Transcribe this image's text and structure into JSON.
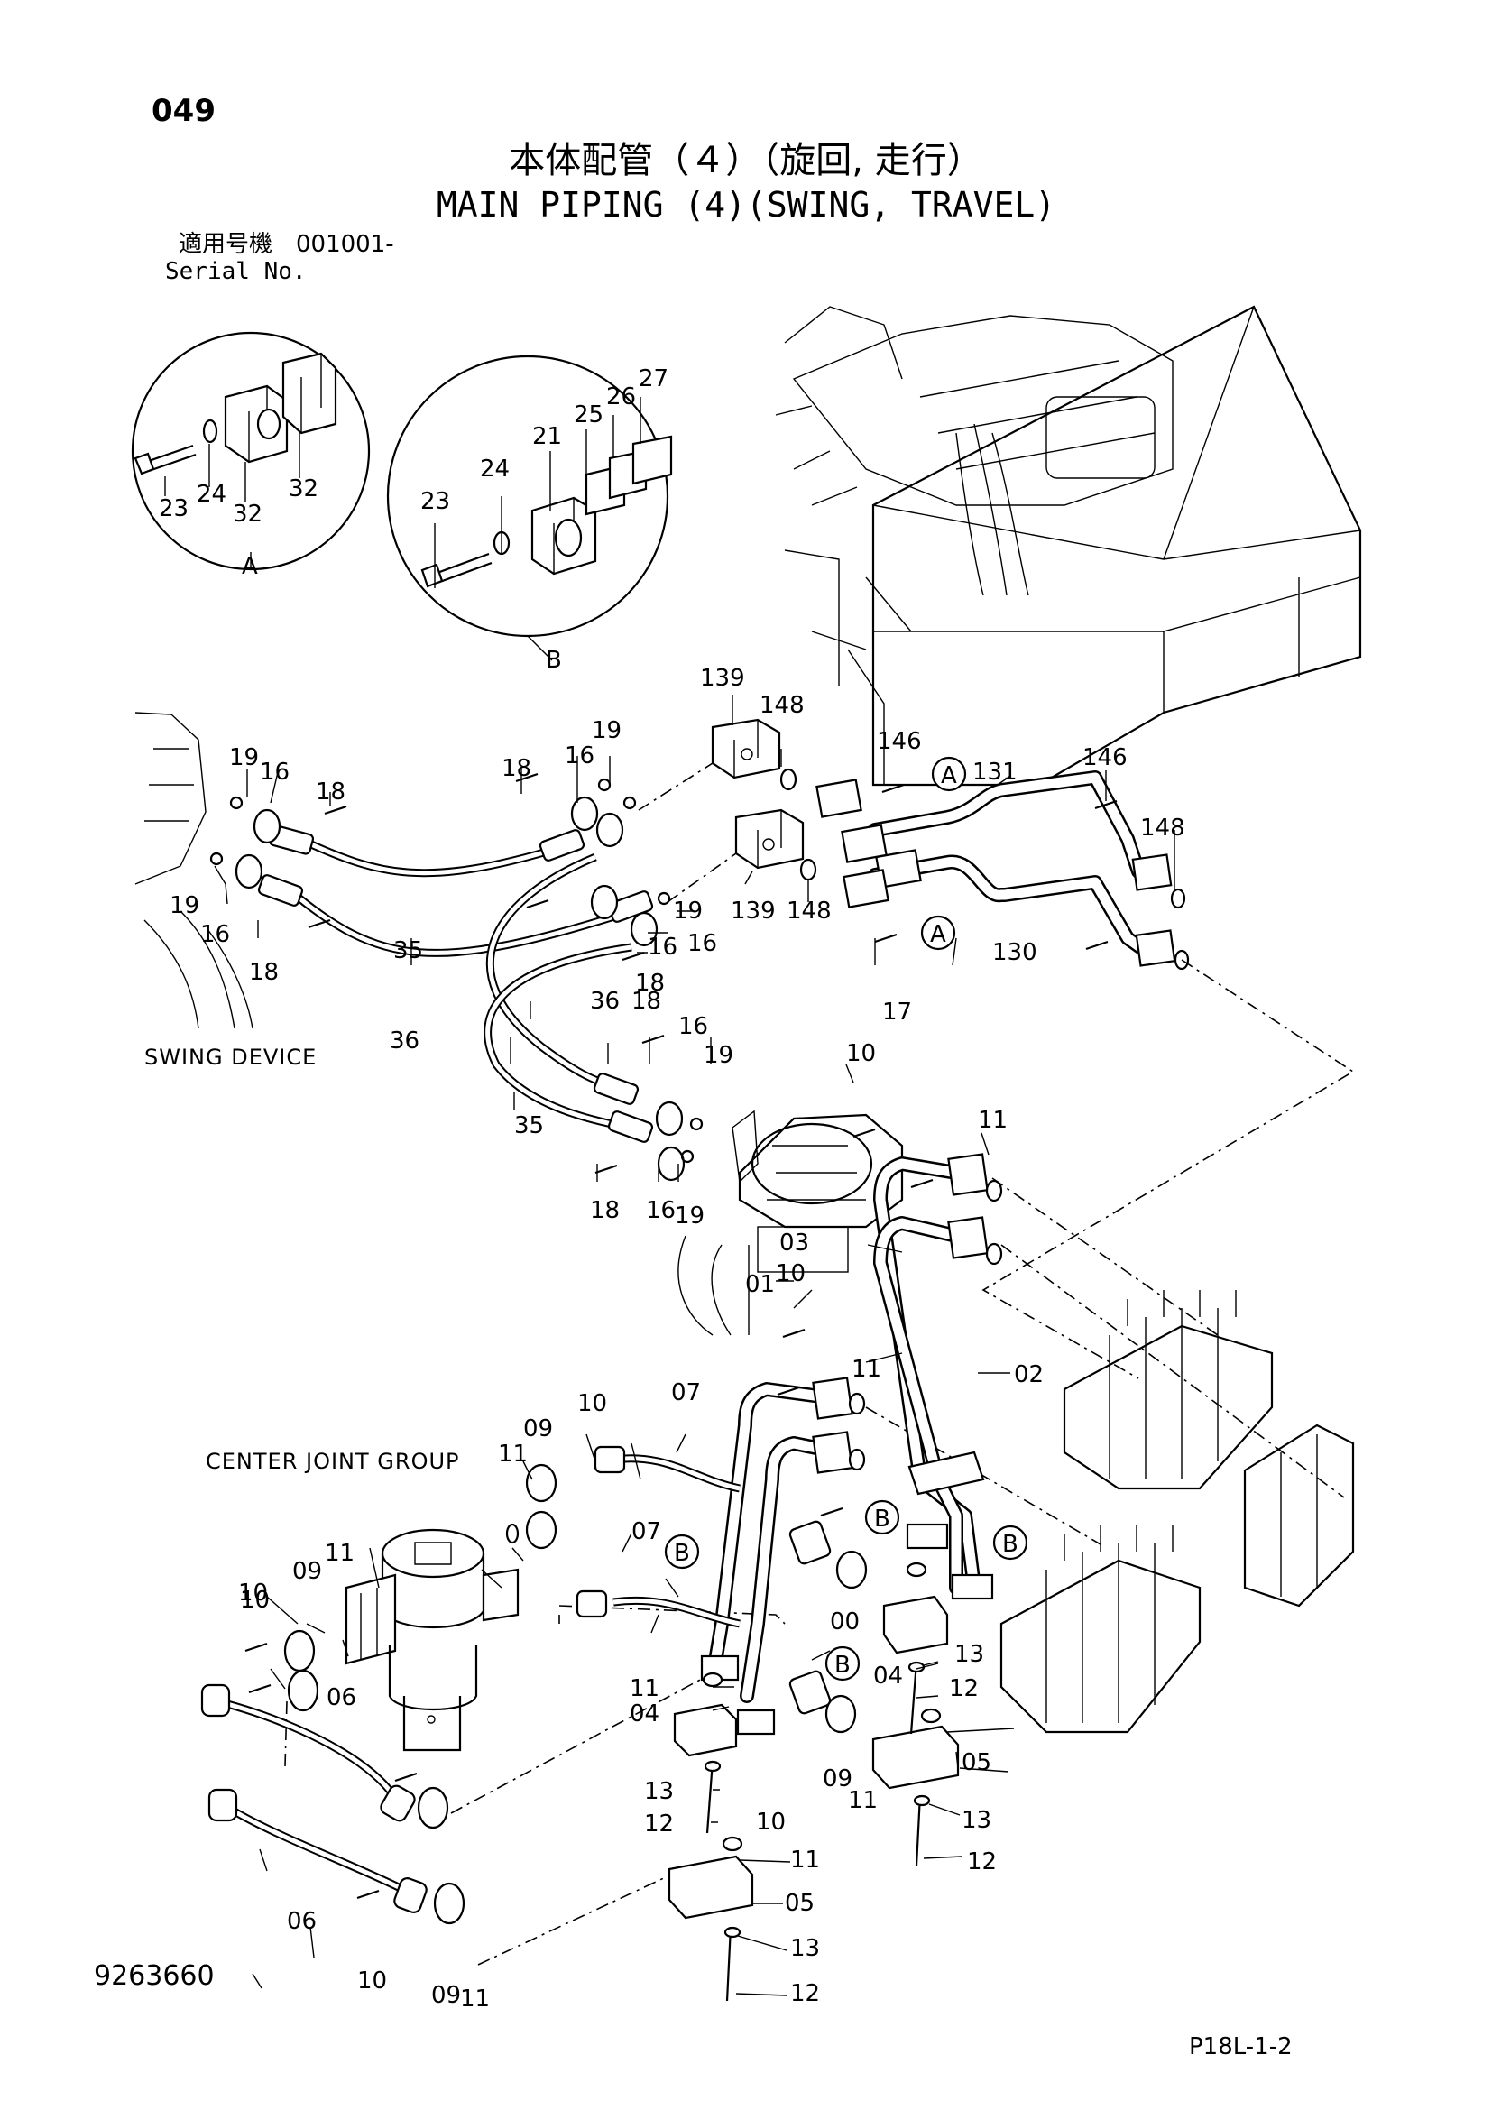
{
  "header": {
    "page_number": "049",
    "title_jp": "本体配管（４）（旋回, 走行）",
    "title_en": "MAIN PIPING (4)(SWING, TRAVEL)",
    "serial_label_jp": "適用号機　001001-",
    "serial_label_en": "Serial No."
  },
  "footer": {
    "document_number": "9263660",
    "sheet_ref": "P18L-1-2"
  },
  "detail_views": {
    "A": {
      "caption": "A",
      "labels": [
        "23",
        "24",
        "32",
        "32"
      ]
    },
    "B": {
      "caption": "B",
      "labels": [
        "23",
        "24",
        "21",
        "25",
        "26",
        "27"
      ]
    }
  },
  "captions": {
    "swing_device": "SWING DEVICE",
    "center_joint_group": "CENTER JOINT GROUP"
  },
  "callouts": {
    "bubble_A": "A",
    "bubble_B": "B"
  },
  "part_labels": [
    "139",
    "148",
    "146",
    "131",
    "146",
    "148",
    "19",
    "16",
    "18",
    "19",
    "16",
    "18",
    "16",
    "19",
    "18",
    "16",
    "19",
    "139",
    "148",
    "130",
    "17",
    "16",
    "18",
    "35",
    "36",
    "36",
    "18",
    "16",
    "19",
    "35",
    "10",
    "11",
    "18",
    "16",
    "19",
    "03",
    "01",
    "10",
    "11",
    "02",
    "07",
    "10",
    "09",
    "11",
    "07",
    "11",
    "09",
    "10",
    "00",
    "04",
    "13",
    "12",
    "11",
    "04",
    "13",
    "12",
    "10",
    "09",
    "11",
    "05",
    "13",
    "12",
    "06",
    "10",
    "06",
    "10",
    "09",
    "11",
    "11",
    "05",
    "13",
    "12"
  ]
}
